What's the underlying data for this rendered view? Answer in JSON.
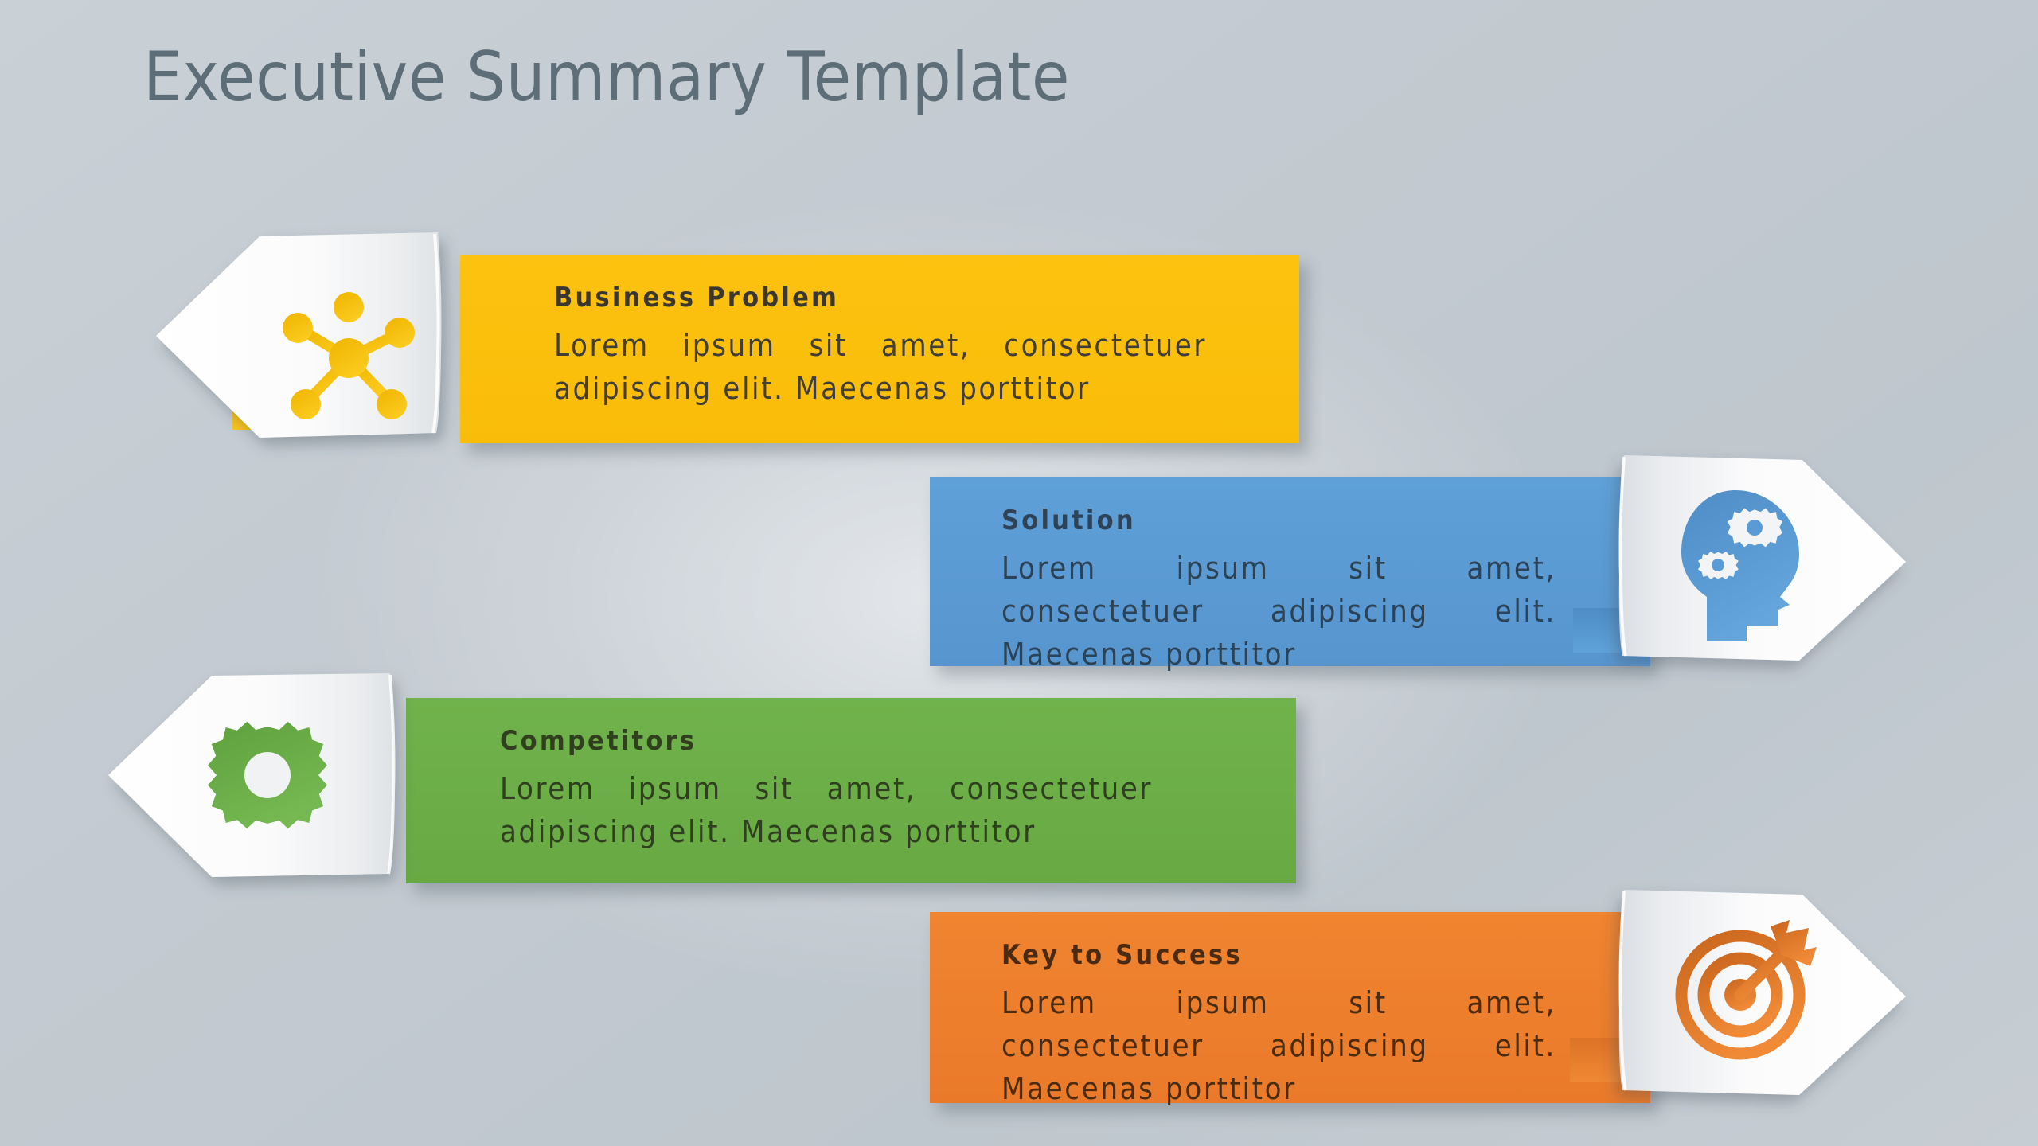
{
  "page": {
    "title": "Executive Summary Template",
    "background_color": "#c4cbd1",
    "title_color": "#5d6e79"
  },
  "sections": [
    {
      "id": "business-problem",
      "heading": "Business Problem",
      "body": "Lorem ipsum sit amet, consectetuer adipiscing elit. Maecenas porttitor",
      "color": "#fbbf0c",
      "icon": "network-nodes-icon",
      "side": "left"
    },
    {
      "id": "solution",
      "heading": "Solution",
      "body": "Lorem ipsum sit amet, consectetuer adipiscing elit. Maecenas porttitor",
      "color": "#5b9bd5",
      "icon": "head-with-gears-icon",
      "side": "right"
    },
    {
      "id": "competitors",
      "heading": "Competitors",
      "body": "Lorem ipsum sit amet, consectetuer adipiscing elit. Maecenas porttitor",
      "color": "#6cae47",
      "icon": "gear-icon",
      "side": "left"
    },
    {
      "id": "key-to-success",
      "heading": "Key to Success",
      "body": "Lorem ipsum sit amet, consectetuer adipiscing elit. Maecenas porttitor",
      "color": "#ee7f2f",
      "icon": "target-dart-icon",
      "side": "right"
    }
  ]
}
